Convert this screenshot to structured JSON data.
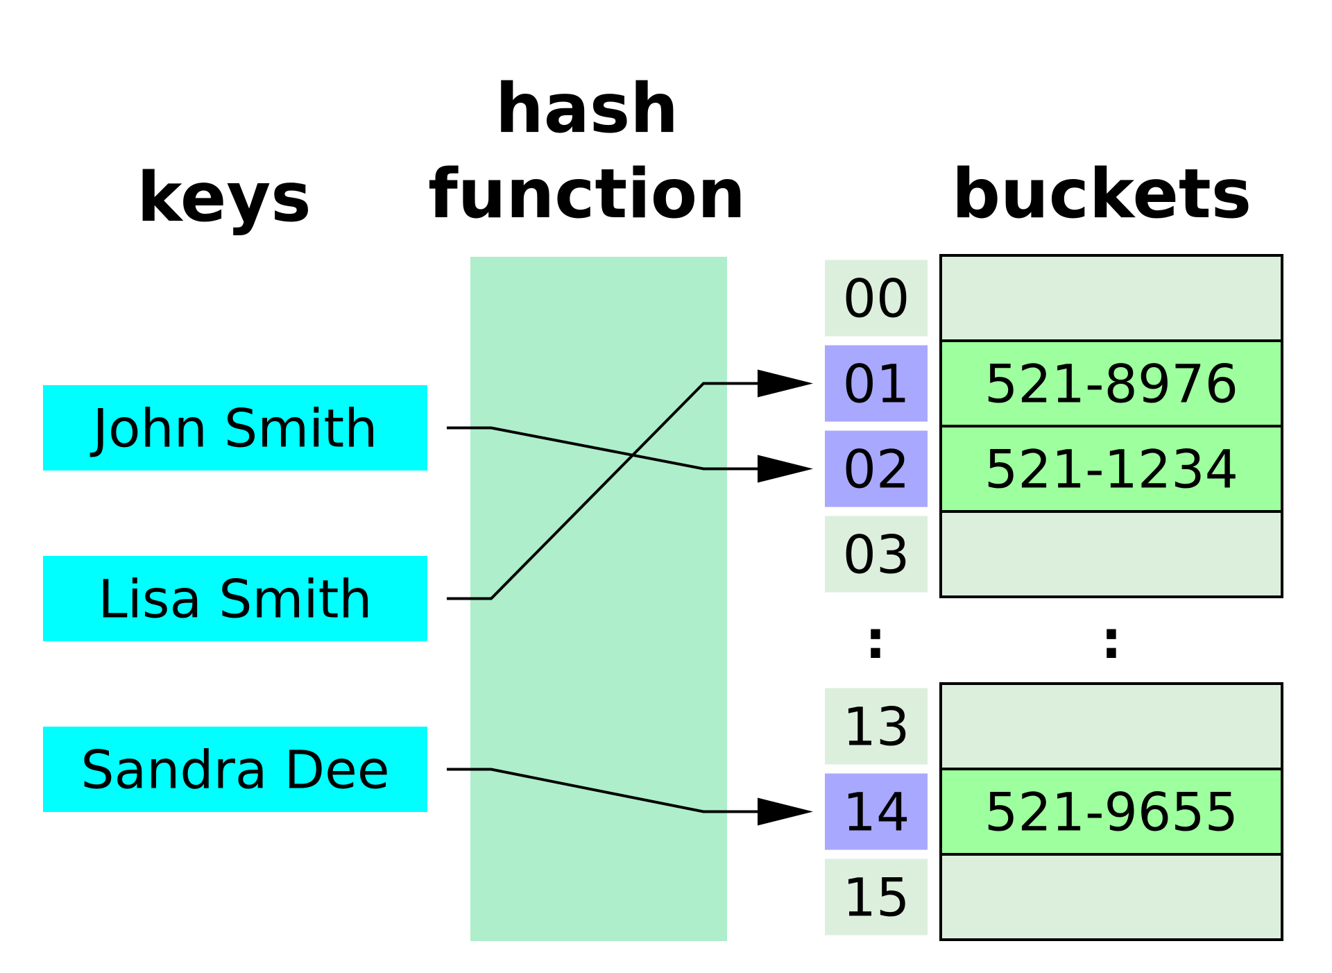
{
  "headings": {
    "keys": "keys",
    "hash_line1": "hash",
    "hash_line2": "function",
    "buckets": "buckets"
  },
  "keys": [
    "John Smith",
    "Lisa Smith",
    "Sandra Dee"
  ],
  "rows": [
    {
      "index": "00",
      "value": "",
      "occupied": false
    },
    {
      "index": "01",
      "value": "521-8976",
      "occupied": true
    },
    {
      "index": "02",
      "value": "521-1234",
      "occupied": true
    },
    {
      "index": "03",
      "value": "",
      "occupied": false
    },
    {
      "index": "13",
      "value": "",
      "occupied": false
    },
    {
      "index": "14",
      "value": "521-9655",
      "occupied": true
    },
    {
      "index": "15",
      "value": "",
      "occupied": false
    }
  ],
  "ellipsis": {
    "index": ":",
    "bucket": ":"
  },
  "mappings": [
    {
      "key": "John Smith",
      "index": "02"
    },
    {
      "key": "Lisa Smith",
      "index": "01"
    },
    {
      "key": "Sandra Dee",
      "index": "14"
    }
  ],
  "colors": {
    "key_fill": "#00ffff",
    "hash_fill": "#aeeecb",
    "index_empty_fill": "#dcefdc",
    "index_used_fill": "#a8a8ff",
    "bucket_empty_fill": "#dcefdc",
    "bucket_used_fill": "#9eff9e",
    "line_color": "#000000"
  }
}
